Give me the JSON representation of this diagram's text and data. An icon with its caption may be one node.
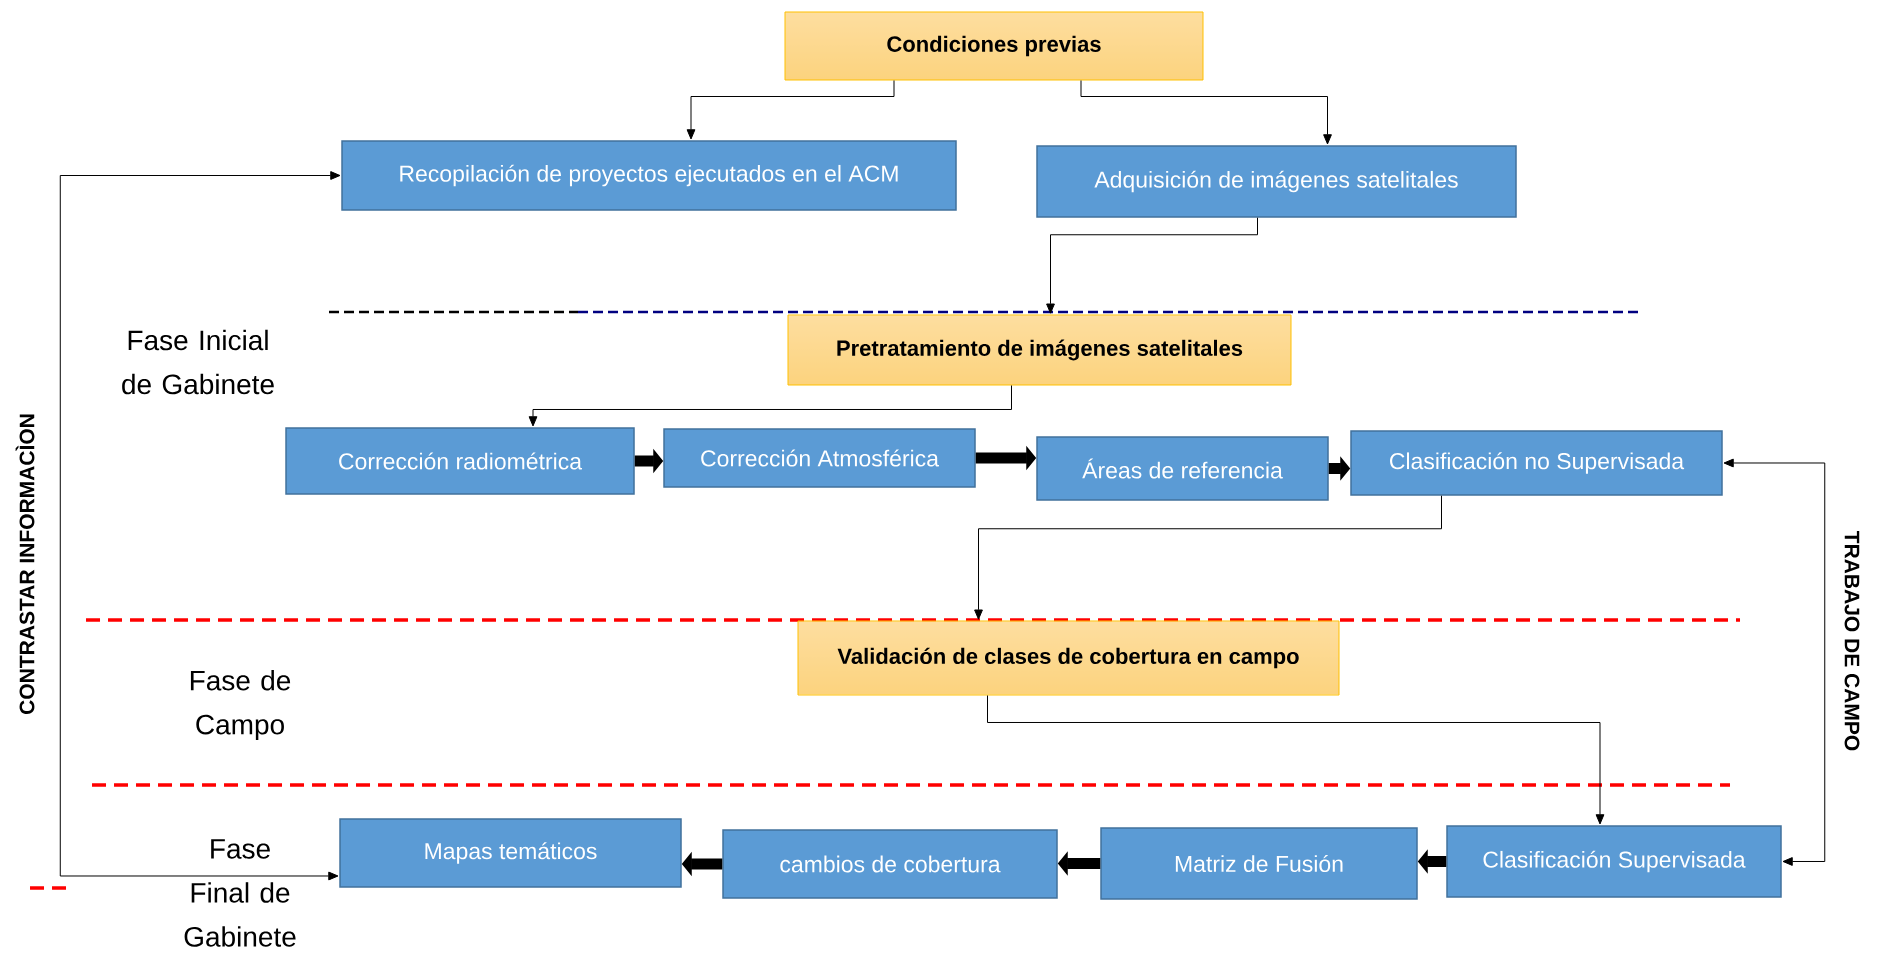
{
  "diagram": {
    "nodes": [
      {
        "text": [
          "Condiciones previas"
        ]
      },
      {
        "text": [
          "Recopilación de proyectos ejecutados en el ACM"
        ]
      },
      {
        "text": [
          "Adquisición de imágenes satelitales"
        ]
      },
      {
        "text": [
          "Pretratamiento de imágenes satelitales"
        ]
      },
      {
        "text": [
          "Corrección radiométrica"
        ]
      },
      {
        "text": [
          "Corrección Atmosférica"
        ]
      },
      {
        "text": [
          "Áreas de referencia"
        ]
      },
      {
        "text": [
          "Clasificación no Supervisada"
        ]
      },
      {
        "text": [
          "Validación de clases de cobertura en campo"
        ]
      },
      {
        "text": [
          "Mapas temáticos"
        ]
      },
      {
        "text": [
          "cambios de cobertura"
        ]
      },
      {
        "text": [
          "Matriz de Fusión"
        ]
      },
      {
        "text": [
          "Clasificación Supervisada"
        ]
      }
    ],
    "edges": [
      {
        "from": 0,
        "to": 1,
        "arrow": "to"
      },
      {
        "from": 0,
        "to": 2,
        "arrow": "to"
      },
      {
        "from": 2,
        "to": 3,
        "arrow": "to"
      },
      {
        "from": 3,
        "to": 4,
        "arrow": "to"
      },
      {
        "from": 4,
        "to": 5,
        "arrow": "to",
        "style": "thick"
      },
      {
        "from": 5,
        "to": 6,
        "arrow": "to",
        "style": "thick"
      },
      {
        "from": 6,
        "to": 7,
        "arrow": "to",
        "style": "thick"
      },
      {
        "from": 7,
        "to": 8,
        "arrow": "to"
      },
      {
        "from": 8,
        "to": 12,
        "arrow": "to"
      },
      {
        "from": 12,
        "to": 11,
        "arrow": "to",
        "style": "thick"
      },
      {
        "from": 11,
        "to": 10,
        "arrow": "to",
        "style": "thick"
      },
      {
        "from": 10,
        "to": 9,
        "arrow": "to",
        "style": "thick"
      },
      {
        "from": 12,
        "to": 7,
        "arrow": "both",
        "label": "TRABAJO DE CAMPO"
      },
      {
        "from": 9,
        "to": 1,
        "arrow": "both",
        "label": "CONTRASTAR INFORMACÌON"
      }
    ],
    "labels": [
      "Fase Inicial de Gabinete",
      "Fase de Campo",
      "Fase Final de Gabinete"
    ]
  }
}
